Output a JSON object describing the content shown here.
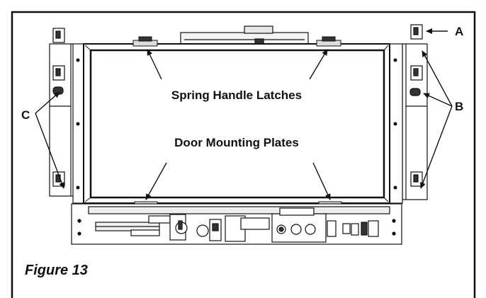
{
  "labels": {
    "spring_handle_latches": "Spring Handle Latches",
    "door_mounting_plates": "Door Mounting Plates",
    "a": "A",
    "b": "B",
    "c": "C"
  },
  "caption": "Figure 13"
}
